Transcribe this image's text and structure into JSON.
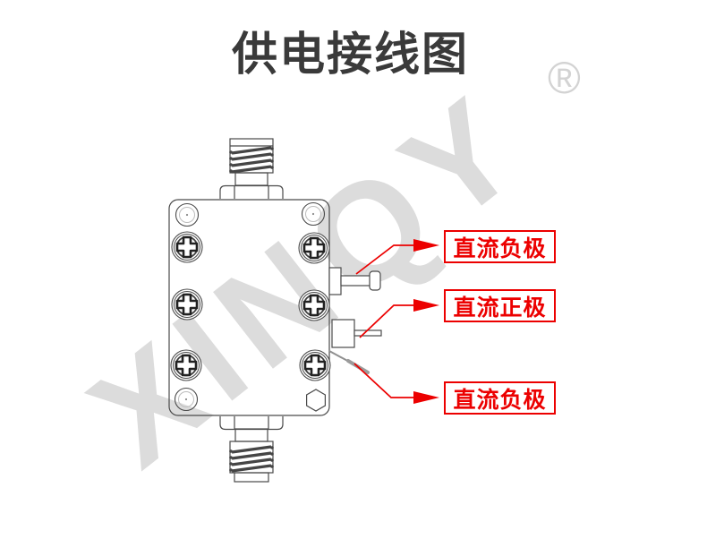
{
  "page": {
    "title": "供电接线图"
  },
  "watermark": {
    "brand": "XINQY",
    "registered_symbol": "®"
  },
  "callouts": [
    {
      "text": "直流负极"
    },
    {
      "text": "直流正极"
    },
    {
      "text": "直流负极"
    }
  ],
  "colors": {
    "accent_red": "#ec0000",
    "line_gray": "#4a4a4a",
    "watermark_gray": "#dcdcdc",
    "title_gray": "#3a3a3a"
  }
}
